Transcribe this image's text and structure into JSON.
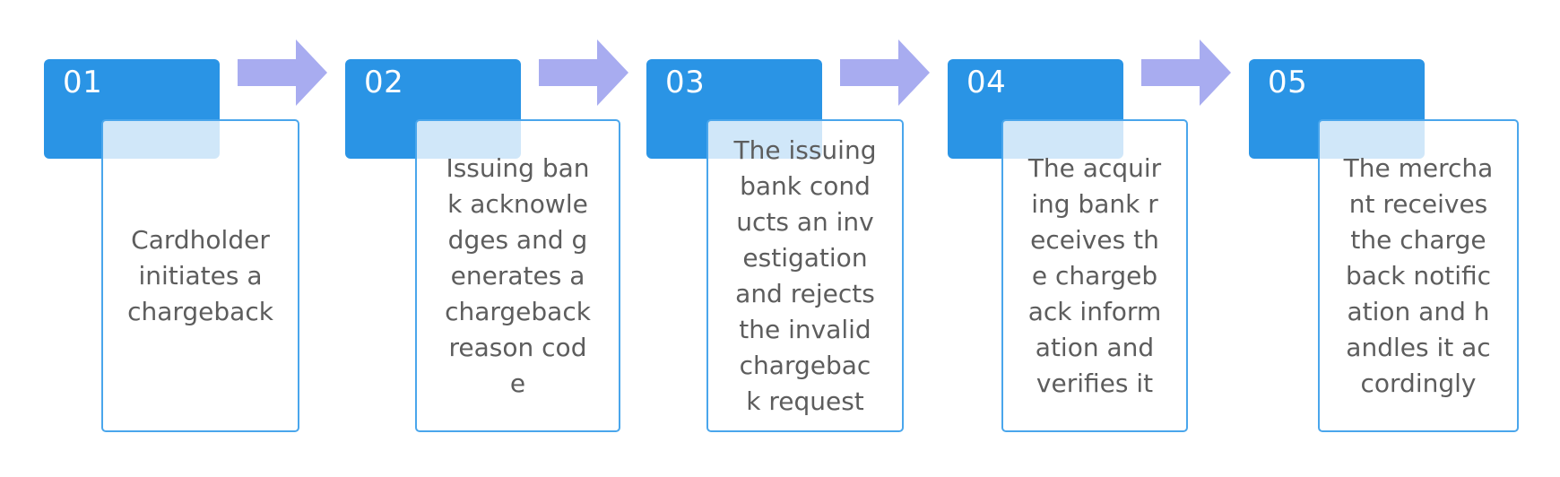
{
  "colors": {
    "tab": "#2a94e5",
    "card_border": "#4aa6ec",
    "arrow": "#a8acf0",
    "text": "#5d5d5d"
  },
  "steps": [
    {
      "number": "01",
      "text": "Cardholder\ninitiates a\nchargeback"
    },
    {
      "number": "02",
      "text": "Issuing ban\nk acknowle\ndges and g\nenerates a\nchargeback\nreason cod\ne"
    },
    {
      "number": "03",
      "text": "The issuing\nbank cond\nucts an inv\nestigation\nand rejects\nthe invalid\nchargebac\nk request"
    },
    {
      "number": "04",
      "text": "The acquir\ning bank r\neceives th\ne chargeb\nack inform\nation and\nverifies it"
    },
    {
      "number": "05",
      "text": "The mercha\nnt receives\nthe charge\nback notific\nation and h\nandles it ac\ncordingly"
    }
  ]
}
